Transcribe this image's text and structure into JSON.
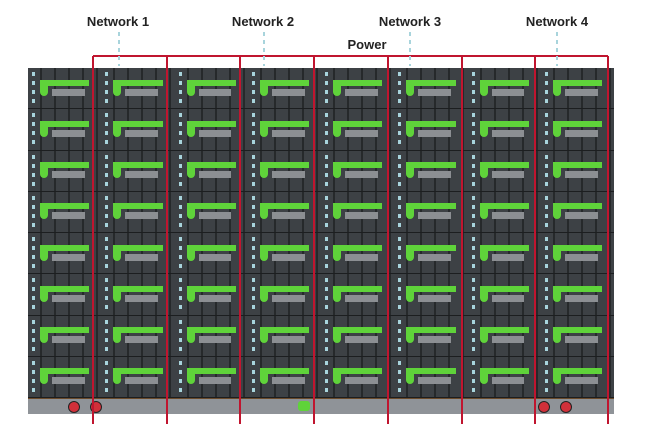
{
  "labels": {
    "networks": [
      "Network 1",
      "Network 2",
      "Network 3",
      "Network 4"
    ],
    "power": "Power"
  },
  "rack": {
    "columns": 8,
    "rows": 8,
    "colors": {
      "chassis": "#2e3134",
      "module_cell": "#3d4145",
      "handle": "#5fd33a",
      "label_plate": "#8c8f93",
      "network_line": "#a8d4dc",
      "power_line": "#c0152f",
      "bottom_panel": "#8f9398",
      "psu_button": "#d0303a"
    }
  }
}
